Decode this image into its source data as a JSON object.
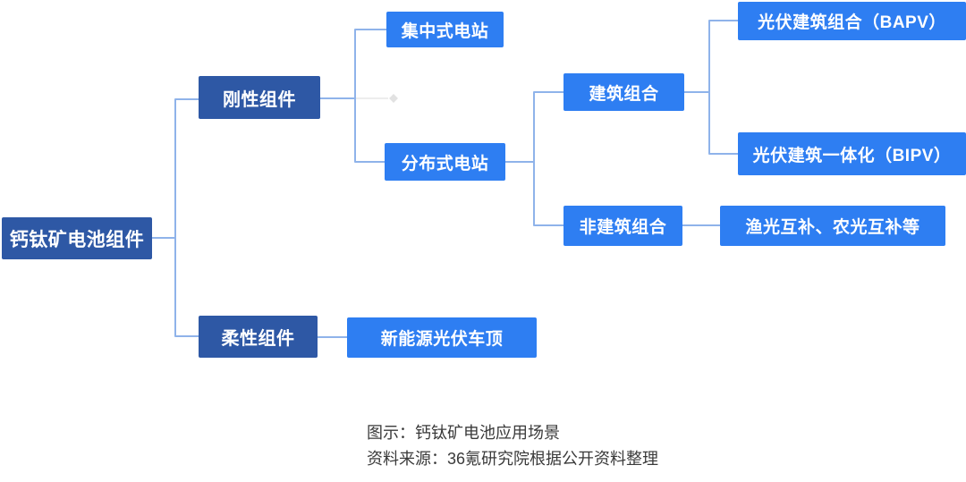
{
  "diagram": {
    "title_hidden": "",
    "nodes": {
      "root": {
        "label": "钙钛矿电池组件"
      },
      "rigid": {
        "label": "刚性组件"
      },
      "flexible": {
        "label": "柔性组件"
      },
      "centralized": {
        "label": "集中式电站"
      },
      "distributed": {
        "label": "分布式电站"
      },
      "building": {
        "label": "建筑组合"
      },
      "non_building": {
        "label": "非建筑组合"
      },
      "bapv": {
        "label": "光伏建筑组合（BAPV）"
      },
      "bipv": {
        "label": "光伏建筑一体化（BIPV）"
      },
      "fishery_agri": {
        "label": "渔光互补、农光互补等"
      },
      "ev_roof": {
        "label": "新能源光伏车顶"
      }
    },
    "edges": [
      {
        "from": "root",
        "to": "rigid"
      },
      {
        "from": "root",
        "to": "flexible"
      },
      {
        "from": "rigid",
        "to": "centralized"
      },
      {
        "from": "rigid",
        "to": "distributed"
      },
      {
        "from": "distributed",
        "to": "building"
      },
      {
        "from": "distributed",
        "to": "non_building"
      },
      {
        "from": "building",
        "to": "bapv"
      },
      {
        "from": "building",
        "to": "bipv"
      },
      {
        "from": "non_building",
        "to": "fishery_agri"
      },
      {
        "from": "flexible",
        "to": "ev_roof"
      }
    ]
  },
  "caption": {
    "line1": "图示：钙钛矿电池应用场景",
    "line2": "资料来源：36氪研究院根据公开资料整理"
  },
  "colors": {
    "navy": "#2e58a5",
    "blue": "#2e7ef2",
    "connector": "#8fb3ea",
    "hint_line": "#ededed",
    "hint_diamond": "#e2e2e2",
    "caption_text": "#3a3a3a"
  }
}
